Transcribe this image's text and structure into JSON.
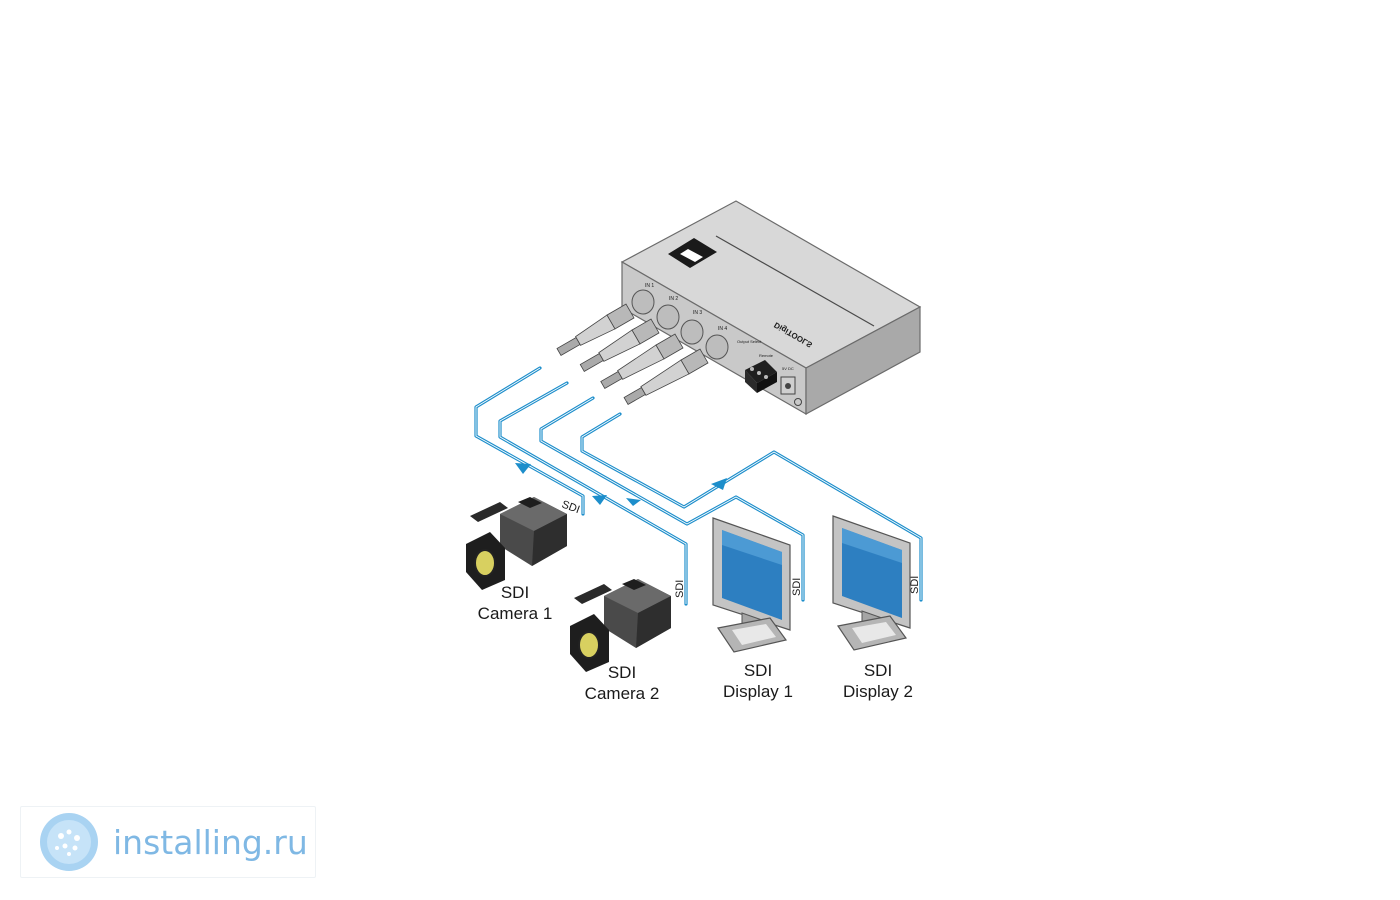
{
  "device": {
    "brand_text": "DigiTOOLS",
    "port_labels": [
      "IN 1",
      "IN 2",
      "IN 3",
      "IN 4"
    ],
    "small_labels": [
      "Output Select",
      "Remote",
      "5V DC"
    ]
  },
  "cables": {
    "label": "SDI",
    "color": "#1d8ecb"
  },
  "devices": [
    {
      "line1": "SDI",
      "line2": "Camera 1"
    },
    {
      "line1": "SDI",
      "line2": "Camera 2"
    },
    {
      "line1": "SDI",
      "line2": "Display 1"
    },
    {
      "line1": "SDI",
      "line2": "Display 2"
    }
  ],
  "watermark": {
    "text": "installing.ru",
    "color": "#7fb8e4"
  }
}
